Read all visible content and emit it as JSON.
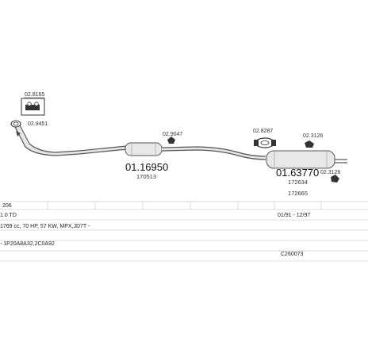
{
  "parts": {
    "box_code": "02.8165",
    "bracket_front": "02.9451",
    "hanger_mid": "02.9047",
    "front_muffler_code": "01.16950",
    "front_muffler_ref": "170513",
    "clamp": "02.8287",
    "hanger_rear": "02.3126",
    "rear_muffler_code": "01.63770",
    "rear_muffler_ref1": "172634",
    "rear_muffler_ref2": "172665",
    "hanger_end": "02.3126"
  },
  "info": {
    "model": "206",
    "engine": "1.0 TD",
    "years": "01/91 - 12/97",
    "spec": "1769 cc, 70 HP, 57 KW, MPX,JD7T -",
    "numbers": "- 1P20A8A32,2C0A92",
    "kit_code": "C260073"
  }
}
